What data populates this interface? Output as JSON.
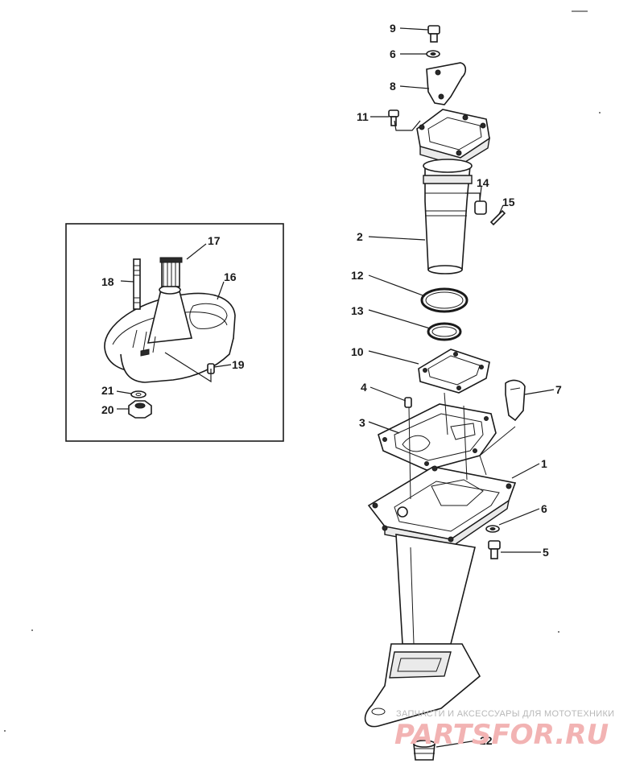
{
  "callouts": [
    "1",
    "2",
    "3",
    "4",
    "5",
    "6",
    "7",
    "8",
    "9",
    "10",
    "11",
    "12",
    "13",
    "14",
    "15",
    "16",
    "17",
    "18",
    "19",
    "20",
    "21",
    "22"
  ],
  "watermark": {
    "tagline": "ЗАПЧАСТИ И АКСЕССУАРЫ ДЛЯ МОТОТЕХНИКИ",
    "brand": "PARTSFOR.RU"
  },
  "colors": {
    "ink": "#1a1a1a",
    "watermark": "#f2b3b3"
  }
}
